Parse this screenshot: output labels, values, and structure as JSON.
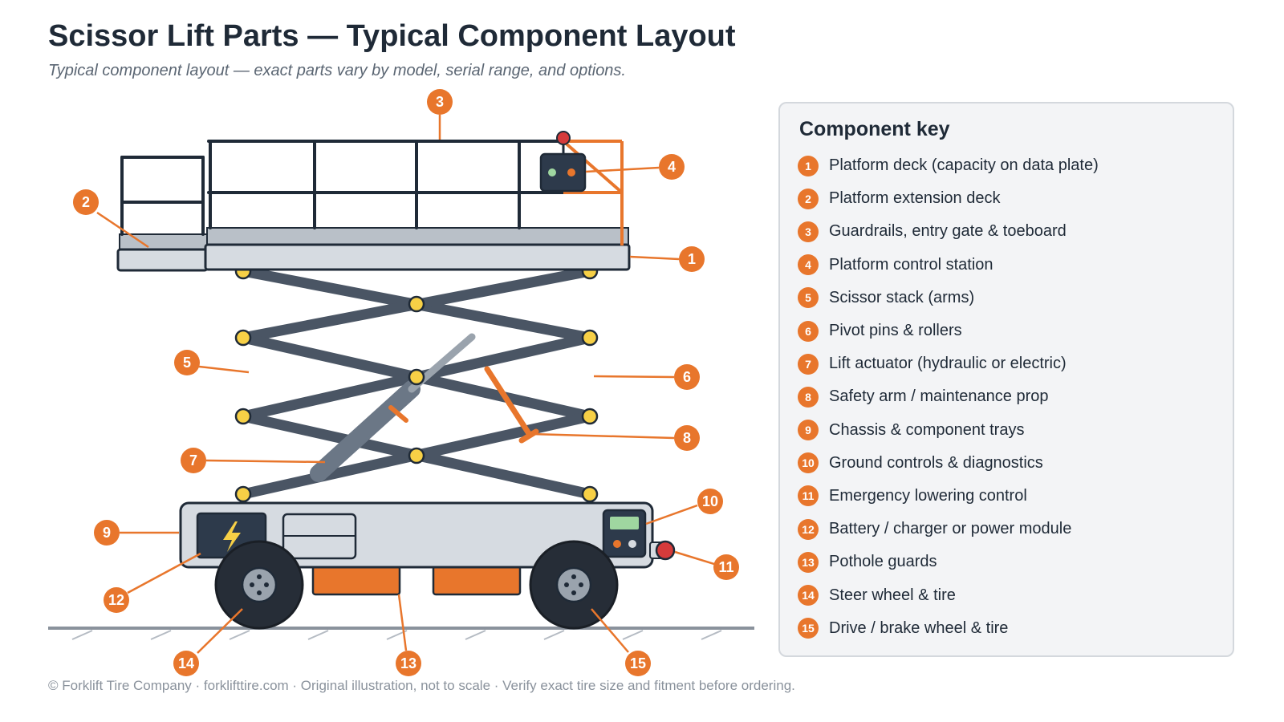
{
  "header": {
    "title": "Scissor Lift Parts — Typical Component Layout",
    "subtitle": "Typical component layout — exact parts vary by model, serial range, and options."
  },
  "colors": {
    "accent": "#e8762c",
    "structure": "#1f2a37",
    "arm": "#4a5564",
    "pivot": "#f7d046",
    "panel": "#d6dbe1",
    "estop": "#d63b3b"
  },
  "callouts": [
    "1",
    "2",
    "3",
    "4",
    "5",
    "6",
    "7",
    "8",
    "9",
    "10",
    "11",
    "12",
    "13",
    "14",
    "15"
  ],
  "key": {
    "title": "Component key",
    "items": [
      {
        "num": "1",
        "label": "Platform deck (capacity on data plate)"
      },
      {
        "num": "2",
        "label": "Platform extension deck"
      },
      {
        "num": "3",
        "label": "Guardrails, entry gate & toeboard"
      },
      {
        "num": "4",
        "label": "Platform control station"
      },
      {
        "num": "5",
        "label": "Scissor stack (arms)"
      },
      {
        "num": "6",
        "label": "Pivot pins & rollers"
      },
      {
        "num": "7",
        "label": "Lift actuator (hydraulic or electric)"
      },
      {
        "num": "8",
        "label": "Safety arm / maintenance prop"
      },
      {
        "num": "9",
        "label": "Chassis & component trays"
      },
      {
        "num": "10",
        "label": "Ground controls & diagnostics"
      },
      {
        "num": "11",
        "label": "Emergency lowering control"
      },
      {
        "num": "12",
        "label": "Battery / charger or power module"
      },
      {
        "num": "13",
        "label": "Pothole guards"
      },
      {
        "num": "14",
        "label": "Steer wheel & tire"
      },
      {
        "num": "15",
        "label": "Drive / brake wheel & tire"
      }
    ]
  },
  "footer": "© Forklift Tire Company · forklifttire.com · Original illustration, not to scale · Verify exact tire size and fitment before ordering."
}
